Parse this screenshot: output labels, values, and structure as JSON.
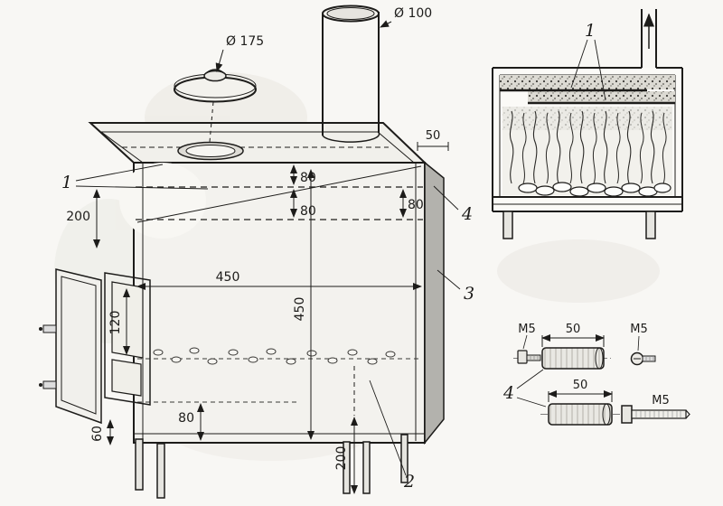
{
  "colors": {
    "ink": "#1d1c1a",
    "shade": "#b3b2ad",
    "paper": "#f8f7f4"
  },
  "main_view": {
    "part1": "1",
    "part2": "2",
    "part3": "3",
    "part4": "4",
    "lid_diameter": "Ø 175",
    "chimney_diameter": "Ø 100",
    "gap_50": "50",
    "left_200": "200",
    "baffle_80_a": "80",
    "baffle_80_b": "80",
    "right_80": "80",
    "width_450": "450",
    "depth_450": "450",
    "door_120": "120",
    "bottom_80": "80",
    "leg_60": "60",
    "leg_200": "200"
  },
  "section_view": {
    "part1": "1"
  },
  "fasteners": {
    "part4": "4",
    "sleeve_a_length": "50",
    "sleeve_b_length": "50",
    "m5_left": "M5",
    "m5_right": "M5",
    "m5_bolt": "M5"
  }
}
